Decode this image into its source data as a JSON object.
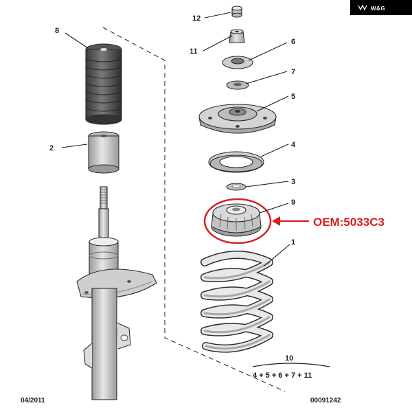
{
  "brand": {
    "name": "W&G",
    "bg_color": "#000000",
    "text_color": "#ffffff"
  },
  "labels": {
    "p1": "1",
    "p2": "2",
    "p3": "3",
    "p4": "4",
    "p5": "5",
    "p6": "6",
    "p7": "7",
    "p8": "8",
    "p9": "9",
    "p10": "10",
    "p11": "11",
    "p12": "12"
  },
  "kit_formula": "4 + 5 + 6 + 7 + 11",
  "callout": {
    "text": "OEM:5033C3",
    "color": "#d81e1e"
  },
  "footer": {
    "date": "04/2011",
    "code": "00091242"
  },
  "colors": {
    "part_fill": "#d9d9d9",
    "part_shade": "#a6a6a6",
    "outline": "#2b2b2b"
  }
}
